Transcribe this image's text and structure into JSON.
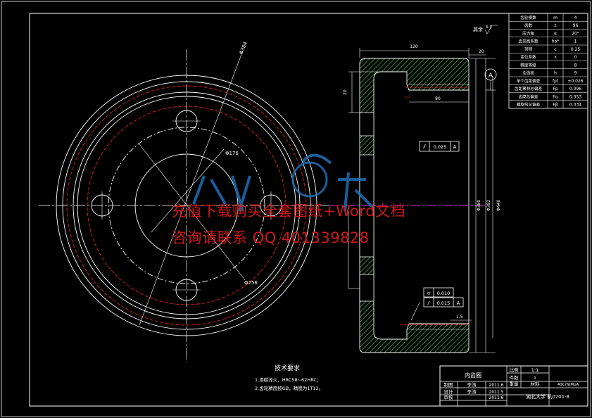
{
  "drawing": {
    "title": "内齿圈",
    "scale_label": "比例",
    "scale_value": "1:1",
    "count_label": "件数",
    "count_value": "1",
    "weight_label": "重量",
    "material_label": "材料",
    "material_value": "40CrNiMoA",
    "institution": "湖北大学 机0701-8",
    "drawer_role": "制图",
    "drawer_name": "李涛",
    "drawer_date": "2011.6",
    "designer_role": "设计",
    "designer_name": "李涛",
    "designer_date": "2011.5",
    "checker_role": "审核",
    "checker_name": "",
    "checker_date": "2011.6"
  },
  "roughness_note": "其余",
  "roughness_value": "6.3",
  "tech_requirements": {
    "heading": "技术要求",
    "items": [
      "1.渗碳淬火，HRC58~62HRC；",
      "2.齿轮精度按GB，精度为1T12。"
    ]
  },
  "params_table": [
    {
      "name": "齿轮模数",
      "symbol": "m",
      "value": "4"
    },
    {
      "name": "齿数",
      "symbol": "z",
      "value": "96"
    },
    {
      "name": "压力角",
      "symbol": "α",
      "value": "20°"
    },
    {
      "name": "齿顶高系数",
      "symbol": "ha*",
      "value": "1"
    },
    {
      "name": "顶隙",
      "symbol": "c",
      "value": "0.25"
    },
    {
      "name": "变位系数",
      "symbol": "x",
      "value": "0"
    },
    {
      "name": "精度等级",
      "symbol": "",
      "value": "8"
    },
    {
      "name": "全齿高",
      "symbol": "h",
      "value": "9"
    },
    {
      "name": "单个齿距偏差",
      "symbol": "fpt",
      "value": "±0.026"
    },
    {
      "name": "齿距累积总偏差",
      "symbol": "Fp",
      "value": "0.096"
    },
    {
      "name": "齿廓总偏差",
      "symbol": "Fα",
      "value": "0.053"
    },
    {
      "name": "螺旋线总偏差",
      "symbol": "Fβ",
      "value": "0.034"
    }
  ],
  "front_view_labels": {
    "d1": "Φ384",
    "d2": "Φ256",
    "d3": "Φ176"
  },
  "section_labels": {
    "width_top": "120",
    "right_top": "20",
    "inner_dim": "80",
    "left_dim": "20",
    "datum": "A",
    "diam_outer": "Φ440",
    "diam_mid": "Φ392",
    "diam_inner": "Φ380",
    "bottom_dim": "1.5"
  },
  "tolerances": {
    "upper_symbol": "⫽",
    "upper_value": "0.025",
    "upper_datum": "A",
    "lower1_symbol": "⌭",
    "lower1_value": "0.010",
    "lower2_symbol": "⫽",
    "lower2_value": "0.015",
    "lower2_datum": "A"
  },
  "watermark": {
    "line1": "充值下载购买全套图纸+Word文档",
    "line2": "咨询请联系 QQ 401339828"
  },
  "colors": {
    "background": "#000000",
    "line": "#ffffff",
    "hidden": "#e02020",
    "hatch": "#3ea83e",
    "axis": "#cc33cc",
    "watermark": "#d01818",
    "logo": "#1e6fb5"
  }
}
